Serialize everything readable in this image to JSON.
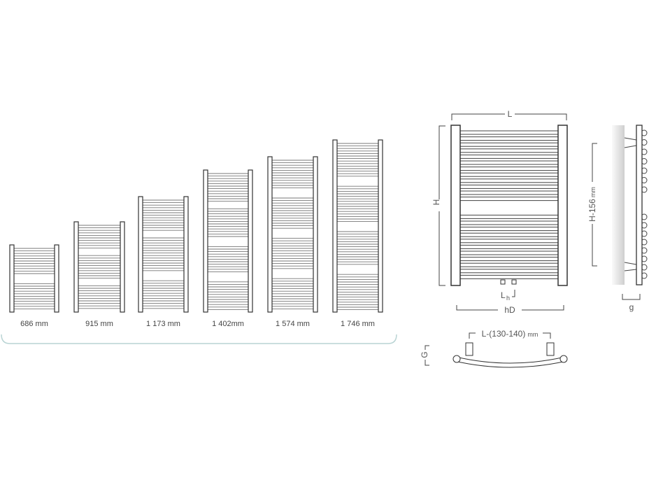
{
  "sizes": {
    "labels": [
      "686 mm",
      "915 mm",
      "1 173 mm",
      "1 402mm",
      "1 574 mm",
      "1 746 mm"
    ]
  },
  "front_view": {
    "width_label": "L",
    "height_label": "H",
    "valve_spacing_label": "h",
    "valve_spacing_prefix": "L",
    "distance_label": "hD"
  },
  "side_view": {
    "bracket_distance_value": "H-156",
    "bracket_distance_unit": "mm",
    "depth_label": "g"
  },
  "top_view": {
    "bracket_span_label": "L-(130-140)",
    "bracket_span_unit": "mm",
    "depth_label": "G"
  },
  "colors": {
    "line": "#333333",
    "accent": "#b9d4d4"
  }
}
